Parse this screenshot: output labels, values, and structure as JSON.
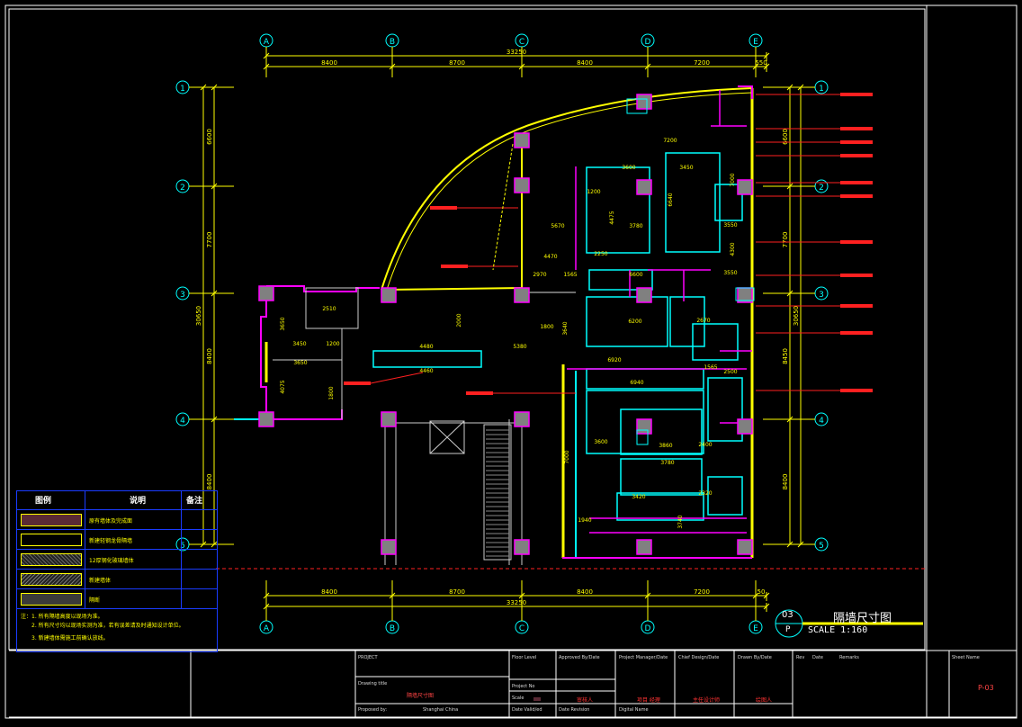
{
  "drawing": {
    "title": "隔墙尺寸图",
    "number": "03",
    "letter": "P",
    "scale": "SCALE 1:160",
    "grid_letters": [
      "A",
      "B",
      "C",
      "D",
      "E"
    ],
    "grid_numbers": [
      "1",
      "2",
      "3",
      "4",
      "5"
    ],
    "top_dims": [
      "8400",
      "8700",
      "8400",
      "7200",
      "550"
    ],
    "total_dim": "33250",
    "bottom_dims": [
      "8400",
      "8700",
      "8400",
      "7200",
      "50"
    ],
    "bottom_total": "33250",
    "left_dims": [
      "6600",
      "7700",
      "8400",
      "8400"
    ],
    "left_total": "30650",
    "right_dims": [
      "6600",
      "7700",
      "8450",
      "8400"
    ],
    "right_total": "30650"
  },
  "legend": {
    "headers": [
      "图例",
      "说明",
      "备注"
    ],
    "items": [
      "原有墙体及完成面",
      "新建轻钢龙骨隔墙",
      "12厚钢化玻璃墙体",
      "新建墙体",
      "隔断"
    ],
    "notes": [
      "注：1. 所有隔墙高度以现场为准。",
      "2. 所有尺寸均以现场实测为准，若有误差请及时通知设计单位。",
      "3. 新建墙体需施工前确认放线。"
    ]
  },
  "title_block": {
    "project_label": "PROJECT",
    "drawing_title_label": "Drawing title",
    "drawing_title": "隔墙尺寸图",
    "proposed_by": "Proposed by:",
    "location": "Shanghai China",
    "floor_label": "Floor Level",
    "project_no": "Project No",
    "scale_label": "Scale",
    "scale_value": "",
    "date_label": "Date Valid/ed",
    "approved_label": "Approved By/Date",
    "pm_label": "Project Manager/Date",
    "cd_label": "Chief Design/Date",
    "drawn_label": "Drawn By/Date",
    "date_created": "Date Revision",
    "digital_label": "Digital Name",
    "approved_value": "审核人",
    "pm_value": "项目 经理",
    "cd_value": "主任设计师",
    "drawn_value": "绘图人",
    "rev_label": "Rev",
    "rev_date": "Date",
    "remarks": "Remarks",
    "sheet_label": "Sheet Name",
    "sheet_no": "P-03"
  },
  "colors": {
    "bg": "#000000",
    "grid": "#00ffff",
    "dim": "#ffff00",
    "wall_old": "#ff00ff",
    "wall_new": "#ffff00",
    "glass": "#00ffff",
    "note": "#ff2020",
    "column": "#808080"
  }
}
